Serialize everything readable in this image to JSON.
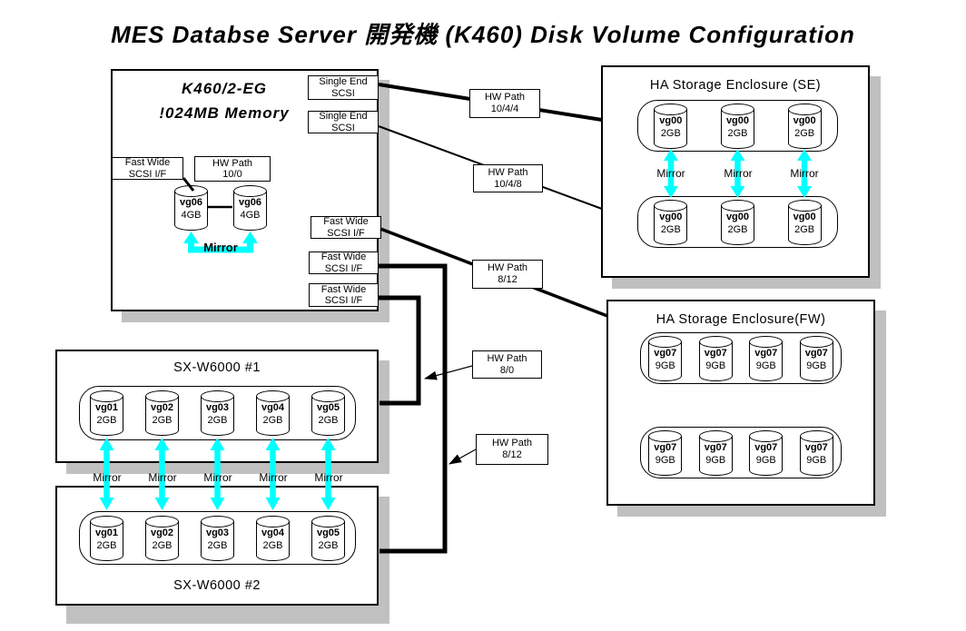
{
  "title": "MES Databse Server 開発機 (K460) Disk Volume Configuration",
  "labels": {
    "mirror": "Mirror"
  },
  "colors": {
    "mirror_arrow": "#00ffff",
    "shadow": "#c0c0c0"
  },
  "k460": {
    "name_line1": "K460/2-EG",
    "name_line2": "!024MB Memory",
    "scsi_if": {
      "line1": "Fast Wide",
      "line2": "SCSI I/F"
    },
    "hw_path": {
      "line1": "HW Path",
      "line2": "10/0"
    },
    "volumes": [
      {
        "name": "vg06",
        "size": "4GB"
      },
      {
        "name": "vg06",
        "size": "4GB"
      }
    ],
    "ports": [
      {
        "line1": "Single End",
        "line2": "SCSI"
      },
      {
        "line1": "Single End",
        "line2": "SCSI"
      },
      {
        "line1": "Fast Wide",
        "line2": "SCSI I/F"
      },
      {
        "line1": "Fast Wide",
        "line2": "SCSI I/F"
      },
      {
        "line1": "Fast Wide",
        "line2": "SCSI I/F"
      }
    ]
  },
  "hw_paths": [
    {
      "line1": "HW Path",
      "line2": "10/4/4"
    },
    {
      "line1": "HW Path",
      "line2": "10/4/8"
    },
    {
      "line1": "HW Path",
      "line2": "8/12"
    },
    {
      "line1": "HW Path",
      "line2": "8/0"
    },
    {
      "line1": "HW Path",
      "line2": "8/12"
    }
  ],
  "se_enclosure": {
    "title": "HA Storage Enclosure (SE)",
    "rows": [
      [
        {
          "name": "vg00",
          "size": "2GB"
        },
        {
          "name": "vg00",
          "size": "2GB"
        },
        {
          "name": "vg00",
          "size": "2GB"
        }
      ],
      [
        {
          "name": "vg00",
          "size": "2GB"
        },
        {
          "name": "vg00",
          "size": "2GB"
        },
        {
          "name": "vg00",
          "size": "2GB"
        }
      ]
    ]
  },
  "fw_enclosure": {
    "title": "HA Storage Enclosure(FW)",
    "rows": [
      [
        {
          "name": "vg07",
          "size": "9GB"
        },
        {
          "name": "vg07",
          "size": "9GB"
        },
        {
          "name": "vg07",
          "size": "9GB"
        },
        {
          "name": "vg07",
          "size": "9GB"
        }
      ],
      [
        {
          "name": "vg07",
          "size": "9GB"
        },
        {
          "name": "vg07",
          "size": "9GB"
        },
        {
          "name": "vg07",
          "size": "9GB"
        },
        {
          "name": "vg07",
          "size": "9GB"
        }
      ]
    ]
  },
  "sx1": {
    "title": "SX-W6000 #1",
    "volumes": [
      {
        "name": "vg01",
        "size": "2GB"
      },
      {
        "name": "vg02",
        "size": "2GB"
      },
      {
        "name": "vg03",
        "size": "2GB"
      },
      {
        "name": "vg04",
        "size": "2GB"
      },
      {
        "name": "vg05",
        "size": "2GB"
      }
    ]
  },
  "sx2": {
    "title": "SX-W6000 #2",
    "volumes": [
      {
        "name": "vg01",
        "size": "2GB"
      },
      {
        "name": "vg02",
        "size": "2GB"
      },
      {
        "name": "vg03",
        "size": "2GB"
      },
      {
        "name": "vg04",
        "size": "2GB"
      },
      {
        "name": "vg05",
        "size": "2GB"
      }
    ]
  }
}
